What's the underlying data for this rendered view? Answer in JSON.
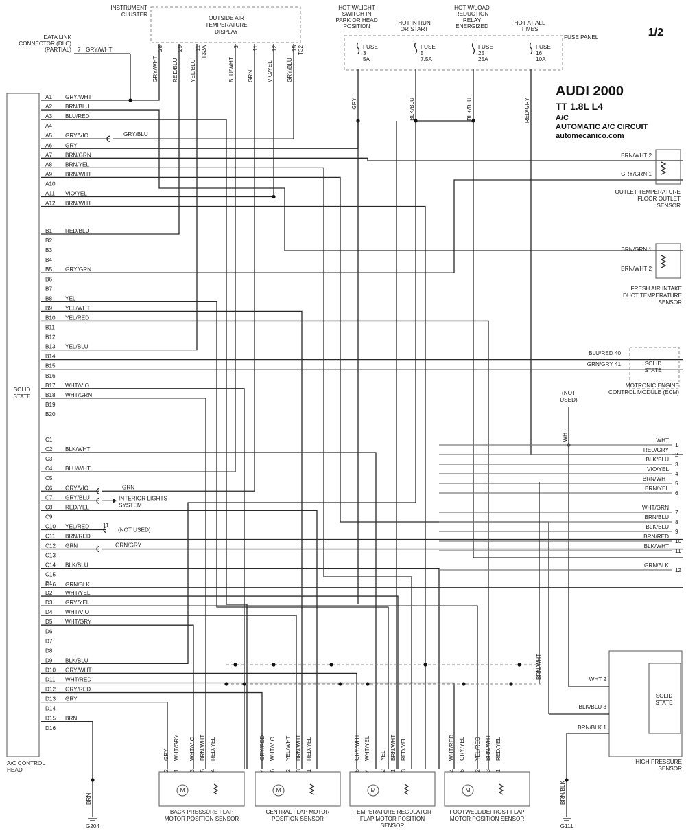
{
  "page": "1/2",
  "title": {
    "make": "AUDI 2000",
    "model": "TT  1.8L  L4",
    "system": "A/C",
    "circuit": "AUTOMATIC A/C CIRCUIT",
    "site": "automecanico.com"
  },
  "instrument_cluster": {
    "label": [
      "INSTRUMENT",
      "CLUSTER"
    ],
    "display": [
      "OUTSIDE AIR",
      "TEMPERATURE",
      "DISPLAY"
    ],
    "pins": [
      {
        "pin": "28",
        "wire": "GRY/WHT"
      },
      {
        "pin": "29",
        "wire": "RED/BLU"
      },
      {
        "pin": "11",
        "wire": "YEL/BLU"
      },
      {
        "pin": "T32A",
        "wire": ""
      },
      {
        "pin": "3",
        "wire": "BLU/WHT"
      },
      {
        "pin": "11",
        "wire": "GRN"
      },
      {
        "pin": "12",
        "wire": "VIO/YEL"
      },
      {
        "pin": "15",
        "wire": "GRY/BLU"
      },
      {
        "pin": "T32",
        "wire": ""
      }
    ]
  },
  "dlc": {
    "label": [
      "DATA LINK",
      "CONNECTOR (DLC)",
      "(PARTIAL)"
    ],
    "pin": "7",
    "wire": "GRY/WHT"
  },
  "fuse_panel": {
    "label": "FUSE PANEL",
    "fuses": [
      {
        "hot": [
          "HOT W/LIGHT",
          "SWITCH IN",
          "PARK OR HEAD",
          "POSITION"
        ],
        "name": "FUSE",
        "num": "3",
        "amp": "5A",
        "wire": "GRY"
      },
      {
        "hot": [
          "HOT IN RUN",
          "OR START"
        ],
        "name": "FUSE",
        "num": "5",
        "amp": "7.5A",
        "wire": "BLK/BLU"
      },
      {
        "hot": [
          "HOT W/LOAD",
          "REDUCTION",
          "RELAY",
          "ENERGIZED"
        ],
        "name": "FUSE",
        "num": "25",
        "amp": "25A",
        "wire": "BLK/BLU"
      },
      {
        "hot": [
          "HOT AT ALL",
          "TIMES"
        ],
        "name": "FUSE",
        "num": "16",
        "amp": "10A",
        "wire": "RED/GRY"
      }
    ]
  },
  "control_head": {
    "label": [
      "A/C CONTROL",
      "HEAD"
    ],
    "solid_state": [
      "SOLID",
      "STATE"
    ],
    "pins": [
      {
        "p": "A1",
        "w": "GRY/WHT"
      },
      {
        "p": "A2",
        "w": "BRN/BLU"
      },
      {
        "p": "A3",
        "w": "BLU/RED"
      },
      {
        "p": "A4",
        "w": ""
      },
      {
        "p": "A5",
        "w": "GRY/VIO"
      },
      {
        "p": "A6",
        "w": "GRY"
      },
      {
        "p": "A7",
        "w": "BRN/GRN"
      },
      {
        "p": "A8",
        "w": "BRN/YEL"
      },
      {
        "p": "A9",
        "w": "BRN/WHT"
      },
      {
        "p": "A10",
        "w": ""
      },
      {
        "p": "A11",
        "w": "VIO/YEL"
      },
      {
        "p": "A12",
        "w": "BRN/WHT"
      },
      {
        "p": "B1",
        "w": "RED/BLU"
      },
      {
        "p": "B2",
        "w": ""
      },
      {
        "p": "B3",
        "w": ""
      },
      {
        "p": "B4",
        "w": ""
      },
      {
        "p": "B5",
        "w": "GRY/GRN"
      },
      {
        "p": "B6",
        "w": ""
      },
      {
        "p": "B7",
        "w": ""
      },
      {
        "p": "B8",
        "w": "YEL"
      },
      {
        "p": "B9",
        "w": "YEL/WHT"
      },
      {
        "p": "B10",
        "w": "YEL/RED"
      },
      {
        "p": "B11",
        "w": ""
      },
      {
        "p": "B12",
        "w": ""
      },
      {
        "p": "B13",
        "w": "YEL/BLU"
      },
      {
        "p": "B14",
        "w": ""
      },
      {
        "p": "B15",
        "w": ""
      },
      {
        "p": "B16",
        "w": ""
      },
      {
        "p": "B17",
        "w": "WHT/VIO"
      },
      {
        "p": "B18",
        "w": "WHT/GRN"
      },
      {
        "p": "B19",
        "w": ""
      },
      {
        "p": "B20",
        "w": ""
      },
      {
        "p": "C1",
        "w": ""
      },
      {
        "p": "C2",
        "w": "BLK/WHT"
      },
      {
        "p": "C3",
        "w": ""
      },
      {
        "p": "C4",
        "w": "BLU/WHT"
      },
      {
        "p": "C5",
        "w": ""
      },
      {
        "p": "C6",
        "w": "GRY/VIO"
      },
      {
        "p": "C7",
        "w": "GRY/BLU"
      },
      {
        "p": "C8",
        "w": "RED/YEL"
      },
      {
        "p": "C9",
        "w": ""
      },
      {
        "p": "C10",
        "w": "YEL/RED"
      },
      {
        "p": "C11",
        "w": "BRN/RED"
      },
      {
        "p": "C12",
        "w": "GRN"
      },
      {
        "p": "C13",
        "w": ""
      },
      {
        "p": "C14",
        "w": "BLK/BLU"
      },
      {
        "p": "C15",
        "w": ""
      },
      {
        "p": "C16",
        "w": "GRN/BLK"
      },
      {
        "p": "D1",
        "w": ""
      },
      {
        "p": "D2",
        "w": "WHT/YEL"
      },
      {
        "p": "D3",
        "w": "GRY/YEL"
      },
      {
        "p": "D4",
        "w": "WHT/VIO"
      },
      {
        "p": "D5",
        "w": "WHT/GRY"
      },
      {
        "p": "D6",
        "w": ""
      },
      {
        "p": "D7",
        "w": ""
      },
      {
        "p": "D8",
        "w": ""
      },
      {
        "p": "D9",
        "w": "BLK/BLU"
      },
      {
        "p": "D10",
        "w": "GRY/WHT"
      },
      {
        "p": "D11",
        "w": "WHT/RED"
      },
      {
        "p": "D12",
        "w": "GRY/RED"
      },
      {
        "p": "D13",
        "w": "GRY"
      },
      {
        "p": "D14",
        "w": ""
      },
      {
        "p": "D15",
        "w": "BRN"
      },
      {
        "p": "D16",
        "w": ""
      }
    ]
  },
  "side_wires": {
    "a5": "GRY/BLU",
    "c6": "GRN",
    "c7": [
      "INTERIOR LIGHTS",
      "SYSTEM"
    ],
    "c10_pin": "11",
    "c10_note": "(NOT USED)",
    "c12": "GRN/GRY"
  },
  "outlet_sensor": {
    "label": [
      "OUTLET TEMPERATURE",
      "FLOOR OUTLET",
      "SENSOR"
    ],
    "pins": [
      {
        "w": "BRN/WHT",
        "n": "2"
      },
      {
        "w": "GRY/GRN",
        "n": "1"
      }
    ]
  },
  "fresh_sensor": {
    "label": [
      "FRESH AIR INTAKE",
      "DUCT TEMPERATURE",
      "SENSOR"
    ],
    "pins": [
      {
        "w": "BRN/GRN",
        "n": "1"
      },
      {
        "w": "BRN/WHT",
        "n": "2"
      }
    ]
  },
  "ecm": {
    "label": [
      "MOTRONIC ENGINE",
      "CONTROL MODULE (ECM)"
    ],
    "solid_state": [
      "SOLID",
      "STATE"
    ],
    "pins": [
      {
        "w": "BLU/RED",
        "n": "40"
      },
      {
        "w": "GRN/GRY",
        "n": "41"
      }
    ]
  },
  "right_connector": {
    "not_used": [
      "(NOT",
      "USED)"
    ],
    "vert_wire": "WHT",
    "pins": [
      {
        "n": "1",
        "w": "WHT"
      },
      {
        "n": "2",
        "w": "RED/GRY"
      },
      {
        "n": "3",
        "w": "BLK/BLU"
      },
      {
        "n": "4",
        "w": "VIO/YEL"
      },
      {
        "n": "5",
        "w": "BRN/WHT"
      },
      {
        "n": "6",
        "w": "BRN/YEL"
      },
      {
        "n": "7",
        "w": "WHT/GRN"
      },
      {
        "n": "8",
        "w": "BRN/BLU"
      },
      {
        "n": "9",
        "w": "BLK/BLU"
      },
      {
        "n": "10",
        "w": "BRN/RED"
      },
      {
        "n": "11",
        "w": "BLK/WHT"
      },
      {
        "n": "12",
        "w": "GRN/BLK"
      }
    ]
  },
  "hp_sensor": {
    "label": [
      "HIGH PRESSURE",
      "SENSOR"
    ],
    "solid_state": [
      "SOLID",
      "STATE"
    ],
    "pins": [
      {
        "w": "WHT",
        "n": "2"
      },
      {
        "w": "BLK/BLU",
        "n": "3"
      },
      {
        "w": "BRN/BLK",
        "n": "1"
      }
    ],
    "vert_wire": "BRN/WHT"
  },
  "motors": [
    {
      "label": [
        "BACK PRESSURE FLAP",
        "MOTOR POSITION SENSOR"
      ],
      "pins": [
        {
          "n": "2",
          "w": "GRY"
        },
        {
          "n": "1",
          "w": "WHT/GRY"
        },
        {
          "n": "3",
          "w": "WHT/VIO"
        },
        {
          "n": "5",
          "w": "BRN/WHT"
        },
        {
          "n": "4",
          "w": "RED/YEL"
        }
      ]
    },
    {
      "label": [
        "CENTRAL FLAP MOTOR",
        "POSITION SENSOR"
      ],
      "pins": [
        {
          "n": "4",
          "w": "GRY/RED"
        },
        {
          "n": "6",
          "w": "WHT/VIO"
        },
        {
          "n": "2",
          "w": "YEL/WHT"
        },
        {
          "n": "3",
          "w": "BRN/WHT"
        },
        {
          "n": "1",
          "w": "RED/YEL"
        }
      ]
    },
    {
      "label": [
        "TEMPERATURE REGULATOR",
        "FLAP MOTOR POSITION",
        "SENSOR"
      ],
      "pins": [
        {
          "n": "6",
          "w": "GRY/WHT"
        },
        {
          "n": "4",
          "w": "WHT/YEL"
        },
        {
          "n": "2",
          "w": "YEL"
        },
        {
          "n": "1",
          "w": "BRN/WHT"
        },
        {
          "n": "3",
          "w": "RED/YEL"
        }
      ]
    },
    {
      "label": [
        "FOOTWELL/DEFROST FLAP",
        "MOTOR POSITION SENSOR"
      ],
      "pins": [
        {
          "n": "4",
          "w": "WHT/RED"
        },
        {
          "n": "6",
          "w": "GRY/YEL"
        },
        {
          "n": "2",
          "w": "YEL/RED"
        },
        {
          "n": "3",
          "w": "BRN/WHT"
        },
        {
          "n": "1",
          "w": "RED/YEL"
        }
      ]
    }
  ],
  "grounds": [
    {
      "wire": "BRN",
      "name": "G204"
    },
    {
      "wire": "BRN/BLK",
      "name": "G111"
    }
  ],
  "motor_symbol": "M"
}
